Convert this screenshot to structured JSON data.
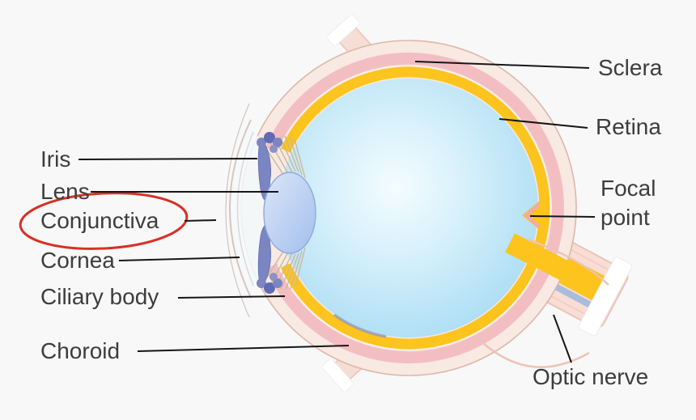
{
  "diagram": {
    "labels": {
      "sclera": "Sclera",
      "retina": "Retina",
      "focal_line1": "Focal",
      "focal_line2": "point",
      "optic_nerve": "Optic nerve",
      "iris": "Iris",
      "lens": "Lens",
      "conjunctiva": "Conjunctiva",
      "cornea": "Cornea",
      "ciliary_body": "Ciliary body",
      "choroid": "Choroid"
    },
    "colors": {
      "background": "#f8f8f8",
      "sclera_fill": "#f8e9e2",
      "sclera_edge": "#ddb7a9",
      "choroid_pink": "#f3bec2",
      "retina_yellow": "#fcc41d",
      "vitreous_blue": "#a5daf3",
      "lens_blue": "#aec7ef",
      "lens_edge": "#90a9da",
      "iris_blue": "#7a85c1",
      "iris_dark": "#5f6cb3",
      "nerve_vessel_blue": "#a8bcdc",
      "muscle_fill": "#f6ddd5",
      "muscle_edge": "#eec3b4",
      "highlight_red": "#d93025",
      "label_text": "#3d3d3d",
      "label_line": "#161616"
    }
  }
}
